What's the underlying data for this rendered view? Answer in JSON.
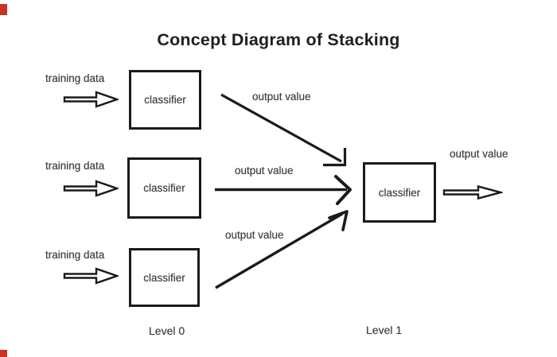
{
  "title": "Concept Diagram of Stacking",
  "levels": {
    "level0": {
      "label": "Level 0",
      "rows": [
        {
          "input_label": "training data",
          "box_label": "classifier",
          "output_label": "output value"
        },
        {
          "input_label": "training data",
          "box_label": "classifier",
          "output_label": "output value"
        },
        {
          "input_label": "training data",
          "box_label": "classifier",
          "output_label": "output value"
        }
      ]
    },
    "level1": {
      "label": "Level 1",
      "box_label": "classifier",
      "output_label": "output value"
    }
  },
  "decorations": {
    "top_left_marker": "red-rectangle",
    "bottom_left_marker": "red-rectangle"
  },
  "colors": {
    "ink": "#1a1a1a",
    "title_text": "#1f1f1f",
    "label_text": "#3c3c3c",
    "corner_marker_red": "#cc3126",
    "background": "#ffffff"
  }
}
